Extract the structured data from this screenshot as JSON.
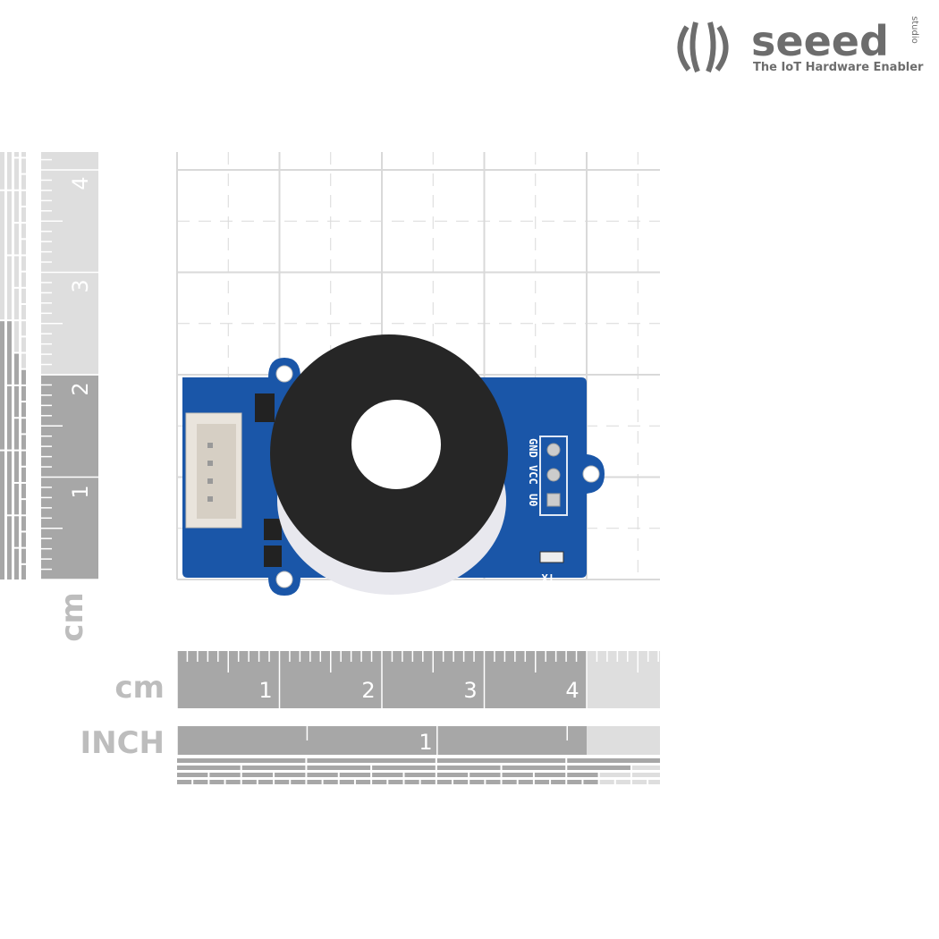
{
  "logo": {
    "brand": "seeed",
    "sub": "studio",
    "tagline": "The IoT Hardware Enabler"
  },
  "vertical_ruler": {
    "unit": "cm",
    "labels": [
      "1",
      "2",
      "3",
      "4"
    ],
    "highlighted_cm": 2
  },
  "horizontal_ruler": {
    "unit": "cm",
    "labels": [
      "1",
      "2",
      "3",
      "4"
    ],
    "highlighted_cm": 4
  },
  "inch_ruler": {
    "unit": "INCH",
    "labels": [
      "1"
    ]
  },
  "board": {
    "pin_labels": [
      "GND",
      "VCC",
      "U0"
    ],
    "led_label": "TX",
    "pcb_color": "#1a56a8"
  },
  "colors": {
    "ruler_dark": "#a7a7a7",
    "ruler_light": "#dedede",
    "grid": "#d9d9d9",
    "logo": "#6d6d6d"
  }
}
